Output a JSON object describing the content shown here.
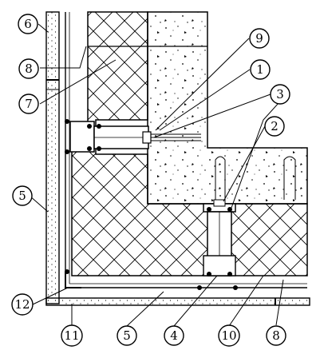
{
  "callouts": [
    {
      "id": "c6",
      "label": "6"
    },
    {
      "id": "c8a",
      "label": "8"
    },
    {
      "id": "c7",
      "label": "7"
    },
    {
      "id": "c9",
      "label": "9"
    },
    {
      "id": "c1",
      "label": "1"
    },
    {
      "id": "c3",
      "label": "3"
    },
    {
      "id": "c2",
      "label": "2"
    },
    {
      "id": "c5a",
      "label": "5"
    },
    {
      "id": "c12",
      "label": "12"
    },
    {
      "id": "c11",
      "label": "11"
    },
    {
      "id": "c5b",
      "label": "5"
    },
    {
      "id": "c4",
      "label": "4"
    },
    {
      "id": "c10",
      "label": "10"
    },
    {
      "id": "c8b",
      "label": "8"
    }
  ]
}
